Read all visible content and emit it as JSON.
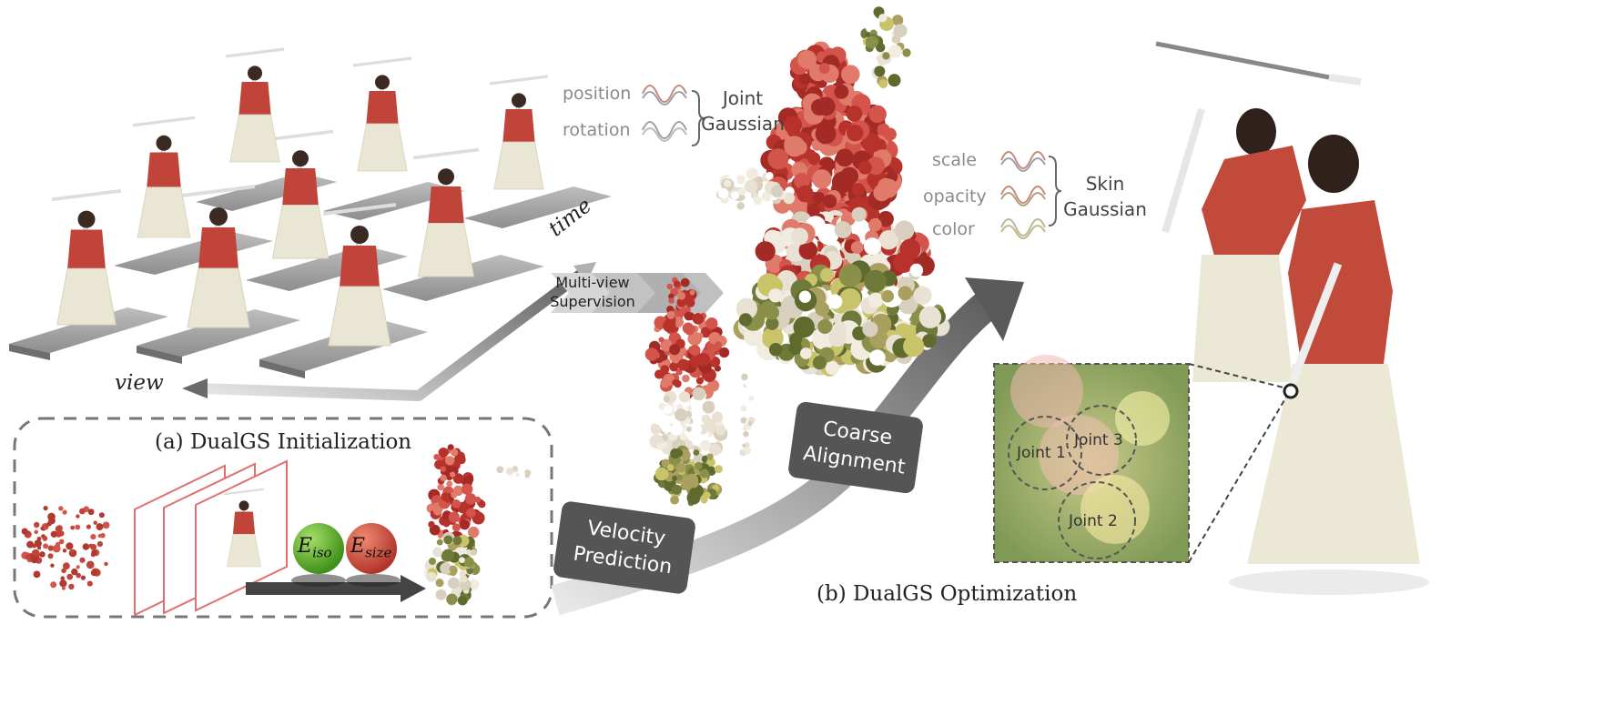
{
  "init_block": {
    "caption": "(a) DualGS Initialization",
    "energy_iso": {
      "base": "E",
      "sub": "iso"
    },
    "energy_size": {
      "base": "E",
      "sub": "size"
    }
  },
  "grid_axes": {
    "time_label": "time",
    "view_label": "view"
  },
  "supervision_label": [
    "Multi-view",
    "Supervision"
  ],
  "joint_gaussian": {
    "attributes": [
      "position",
      "rotation"
    ],
    "label": [
      "Joint",
      "Gaussian"
    ]
  },
  "skin_gaussian": {
    "attributes": [
      "scale",
      "opacity",
      "color"
    ],
    "label": [
      "Skin",
      "Gaussian"
    ]
  },
  "stages": {
    "velocity": [
      "Velocity",
      "Prediction"
    ],
    "coarse": [
      "Coarse",
      "Alignment"
    ]
  },
  "joints": [
    "Joint 1",
    "Joint 3",
    "Joint 2"
  ],
  "optimization_caption": "(b) DualGS Optimization",
  "colors": {
    "accent_red": "#c0443a",
    "stage_gray": "#555555",
    "skirt_cream": "#eae6d4",
    "olive": "#8a8f4a",
    "iso_green": "#5cae2c",
    "size_red": "#c94a3c"
  }
}
